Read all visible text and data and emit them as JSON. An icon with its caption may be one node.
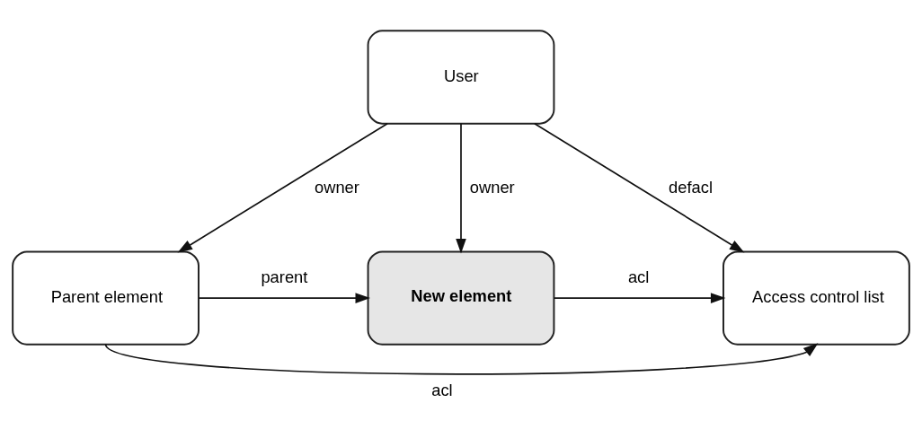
{
  "diagram": {
    "nodes": [
      {
        "text": [
          "User"
        ]
      },
      {
        "text": [
          "Parent element"
        ]
      },
      {
        "text": [
          "New element"
        ]
      },
      {
        "text": [
          "Access control list"
        ]
      }
    ],
    "edges": [
      {
        "from": 0,
        "to": 1,
        "arrow": "to",
        "label": "owner"
      },
      {
        "from": 0,
        "to": 2,
        "arrow": "to",
        "label": "owner"
      },
      {
        "from": 0,
        "to": 3,
        "arrow": "to",
        "label": "defacl"
      },
      {
        "from": 1,
        "to": 2,
        "arrow": "to",
        "label": "parent"
      },
      {
        "from": 2,
        "to": 3,
        "arrow": "to",
        "label": "acl"
      },
      {
        "from": 1,
        "to": 3,
        "arrow": "to",
        "label": "acl"
      }
    ]
  }
}
